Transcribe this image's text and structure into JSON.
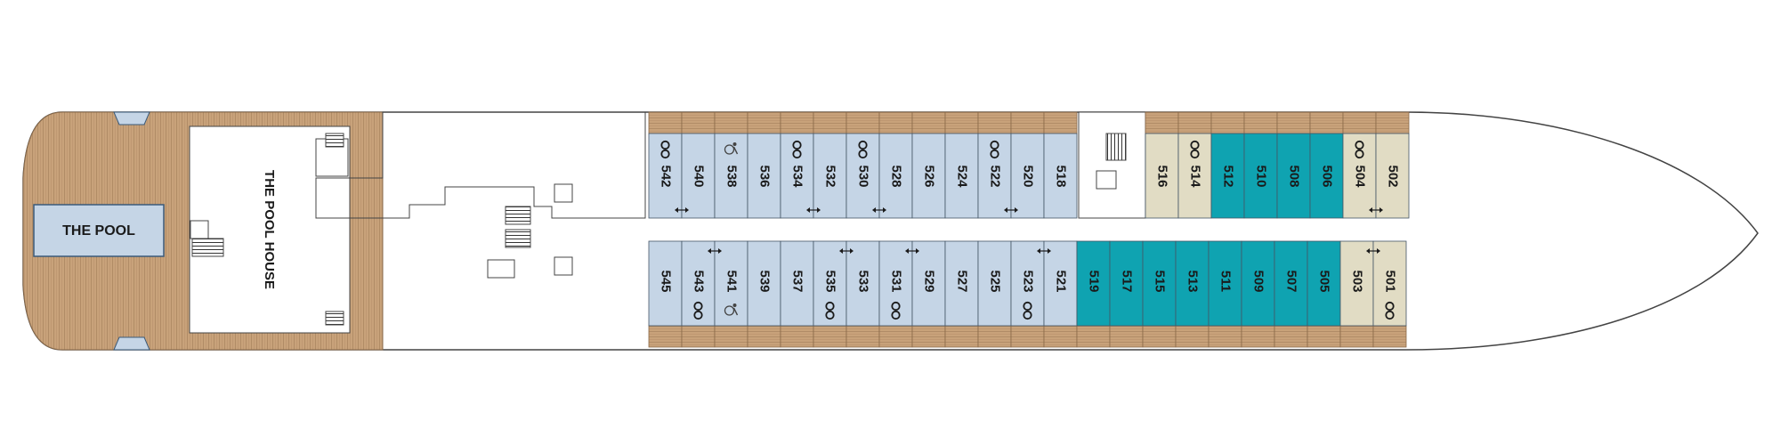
{
  "venues": {
    "pool": "THE POOL",
    "pool_house": "THE POOL HOUSE"
  },
  "colors": {
    "deck_wood": "#c8a27a",
    "standard_cabin": "#c5d5e6",
    "premium_cabin": "#0fa3b1",
    "suite_cabin": "#e1dcc4",
    "hull_stroke": "#444444",
    "interior": "#ffffff"
  },
  "icons": {
    "accessible": "wheelchair-icon",
    "connecting": "connecting-icon",
    "elevator": "elevator-icon",
    "stairs": "stairs-icon",
    "balcony_door": "door-arrow-icon"
  },
  "cabins_top": [
    {
      "number": "542",
      "category": "standard",
      "connecting": true,
      "accessible": false
    },
    {
      "number": "540",
      "category": "standard",
      "connecting": false,
      "accessible": false
    },
    {
      "number": "538",
      "category": "standard",
      "connecting": false,
      "accessible": true
    },
    {
      "number": "536",
      "category": "standard",
      "connecting": false,
      "accessible": false
    },
    {
      "number": "534",
      "category": "standard",
      "connecting": true,
      "accessible": false
    },
    {
      "number": "532",
      "category": "standard",
      "connecting": false,
      "accessible": false
    },
    {
      "number": "530",
      "category": "standard",
      "connecting": true,
      "accessible": false
    },
    {
      "number": "528",
      "category": "standard",
      "connecting": false,
      "accessible": false
    },
    {
      "number": "526",
      "category": "standard",
      "connecting": false,
      "accessible": false
    },
    {
      "number": "524",
      "category": "standard",
      "connecting": false,
      "accessible": false
    },
    {
      "number": "522",
      "category": "standard",
      "connecting": true,
      "accessible": false
    },
    {
      "number": "520",
      "category": "standard",
      "connecting": false,
      "accessible": false
    },
    {
      "number": "518",
      "category": "standard",
      "connecting": false,
      "accessible": false
    },
    {
      "number": "516",
      "category": "suite",
      "connecting": false,
      "accessible": false
    },
    {
      "number": "514",
      "category": "suite",
      "connecting": true,
      "accessible": false
    },
    {
      "number": "512",
      "category": "premium",
      "connecting": false,
      "accessible": false
    },
    {
      "number": "510",
      "category": "premium",
      "connecting": false,
      "accessible": false
    },
    {
      "number": "508",
      "category": "premium",
      "connecting": false,
      "accessible": false
    },
    {
      "number": "506",
      "category": "premium",
      "connecting": false,
      "accessible": false
    },
    {
      "number": "504",
      "category": "suite",
      "connecting": true,
      "accessible": false
    },
    {
      "number": "502",
      "category": "suite",
      "connecting": false,
      "accessible": false
    }
  ],
  "cabins_bottom": [
    {
      "number": "545",
      "category": "standard",
      "connecting": false,
      "accessible": false
    },
    {
      "number": "543",
      "category": "standard",
      "connecting": true,
      "accessible": false
    },
    {
      "number": "541",
      "category": "standard",
      "connecting": false,
      "accessible": true
    },
    {
      "number": "539",
      "category": "standard",
      "connecting": false,
      "accessible": false
    },
    {
      "number": "537",
      "category": "standard",
      "connecting": false,
      "accessible": false
    },
    {
      "number": "535",
      "category": "standard",
      "connecting": true,
      "accessible": false
    },
    {
      "number": "533",
      "category": "standard",
      "connecting": false,
      "accessible": false
    },
    {
      "number": "531",
      "category": "standard",
      "connecting": true,
      "accessible": false
    },
    {
      "number": "529",
      "category": "standard",
      "connecting": false,
      "accessible": false
    },
    {
      "number": "527",
      "category": "standard",
      "connecting": false,
      "accessible": false
    },
    {
      "number": "525",
      "category": "standard",
      "connecting": false,
      "accessible": false
    },
    {
      "number": "523",
      "category": "standard",
      "connecting": true,
      "accessible": false
    },
    {
      "number": "521",
      "category": "standard",
      "connecting": false,
      "accessible": false
    },
    {
      "number": "519",
      "category": "premium",
      "connecting": false,
      "accessible": false
    },
    {
      "number": "517",
      "category": "premium",
      "connecting": false,
      "accessible": false
    },
    {
      "number": "515",
      "category": "premium",
      "connecting": false,
      "accessible": false
    },
    {
      "number": "513",
      "category": "premium",
      "connecting": false,
      "accessible": false
    },
    {
      "number": "511",
      "category": "premium",
      "connecting": false,
      "accessible": false
    },
    {
      "number": "509",
      "category": "premium",
      "connecting": false,
      "accessible": false
    },
    {
      "number": "507",
      "category": "premium",
      "connecting": false,
      "accessible": false
    },
    {
      "number": "505",
      "category": "premium",
      "connecting": false,
      "accessible": false
    },
    {
      "number": "503",
      "category": "suite",
      "connecting": false,
      "accessible": false
    },
    {
      "number": "501",
      "category": "suite",
      "connecting": true,
      "accessible": false
    }
  ]
}
